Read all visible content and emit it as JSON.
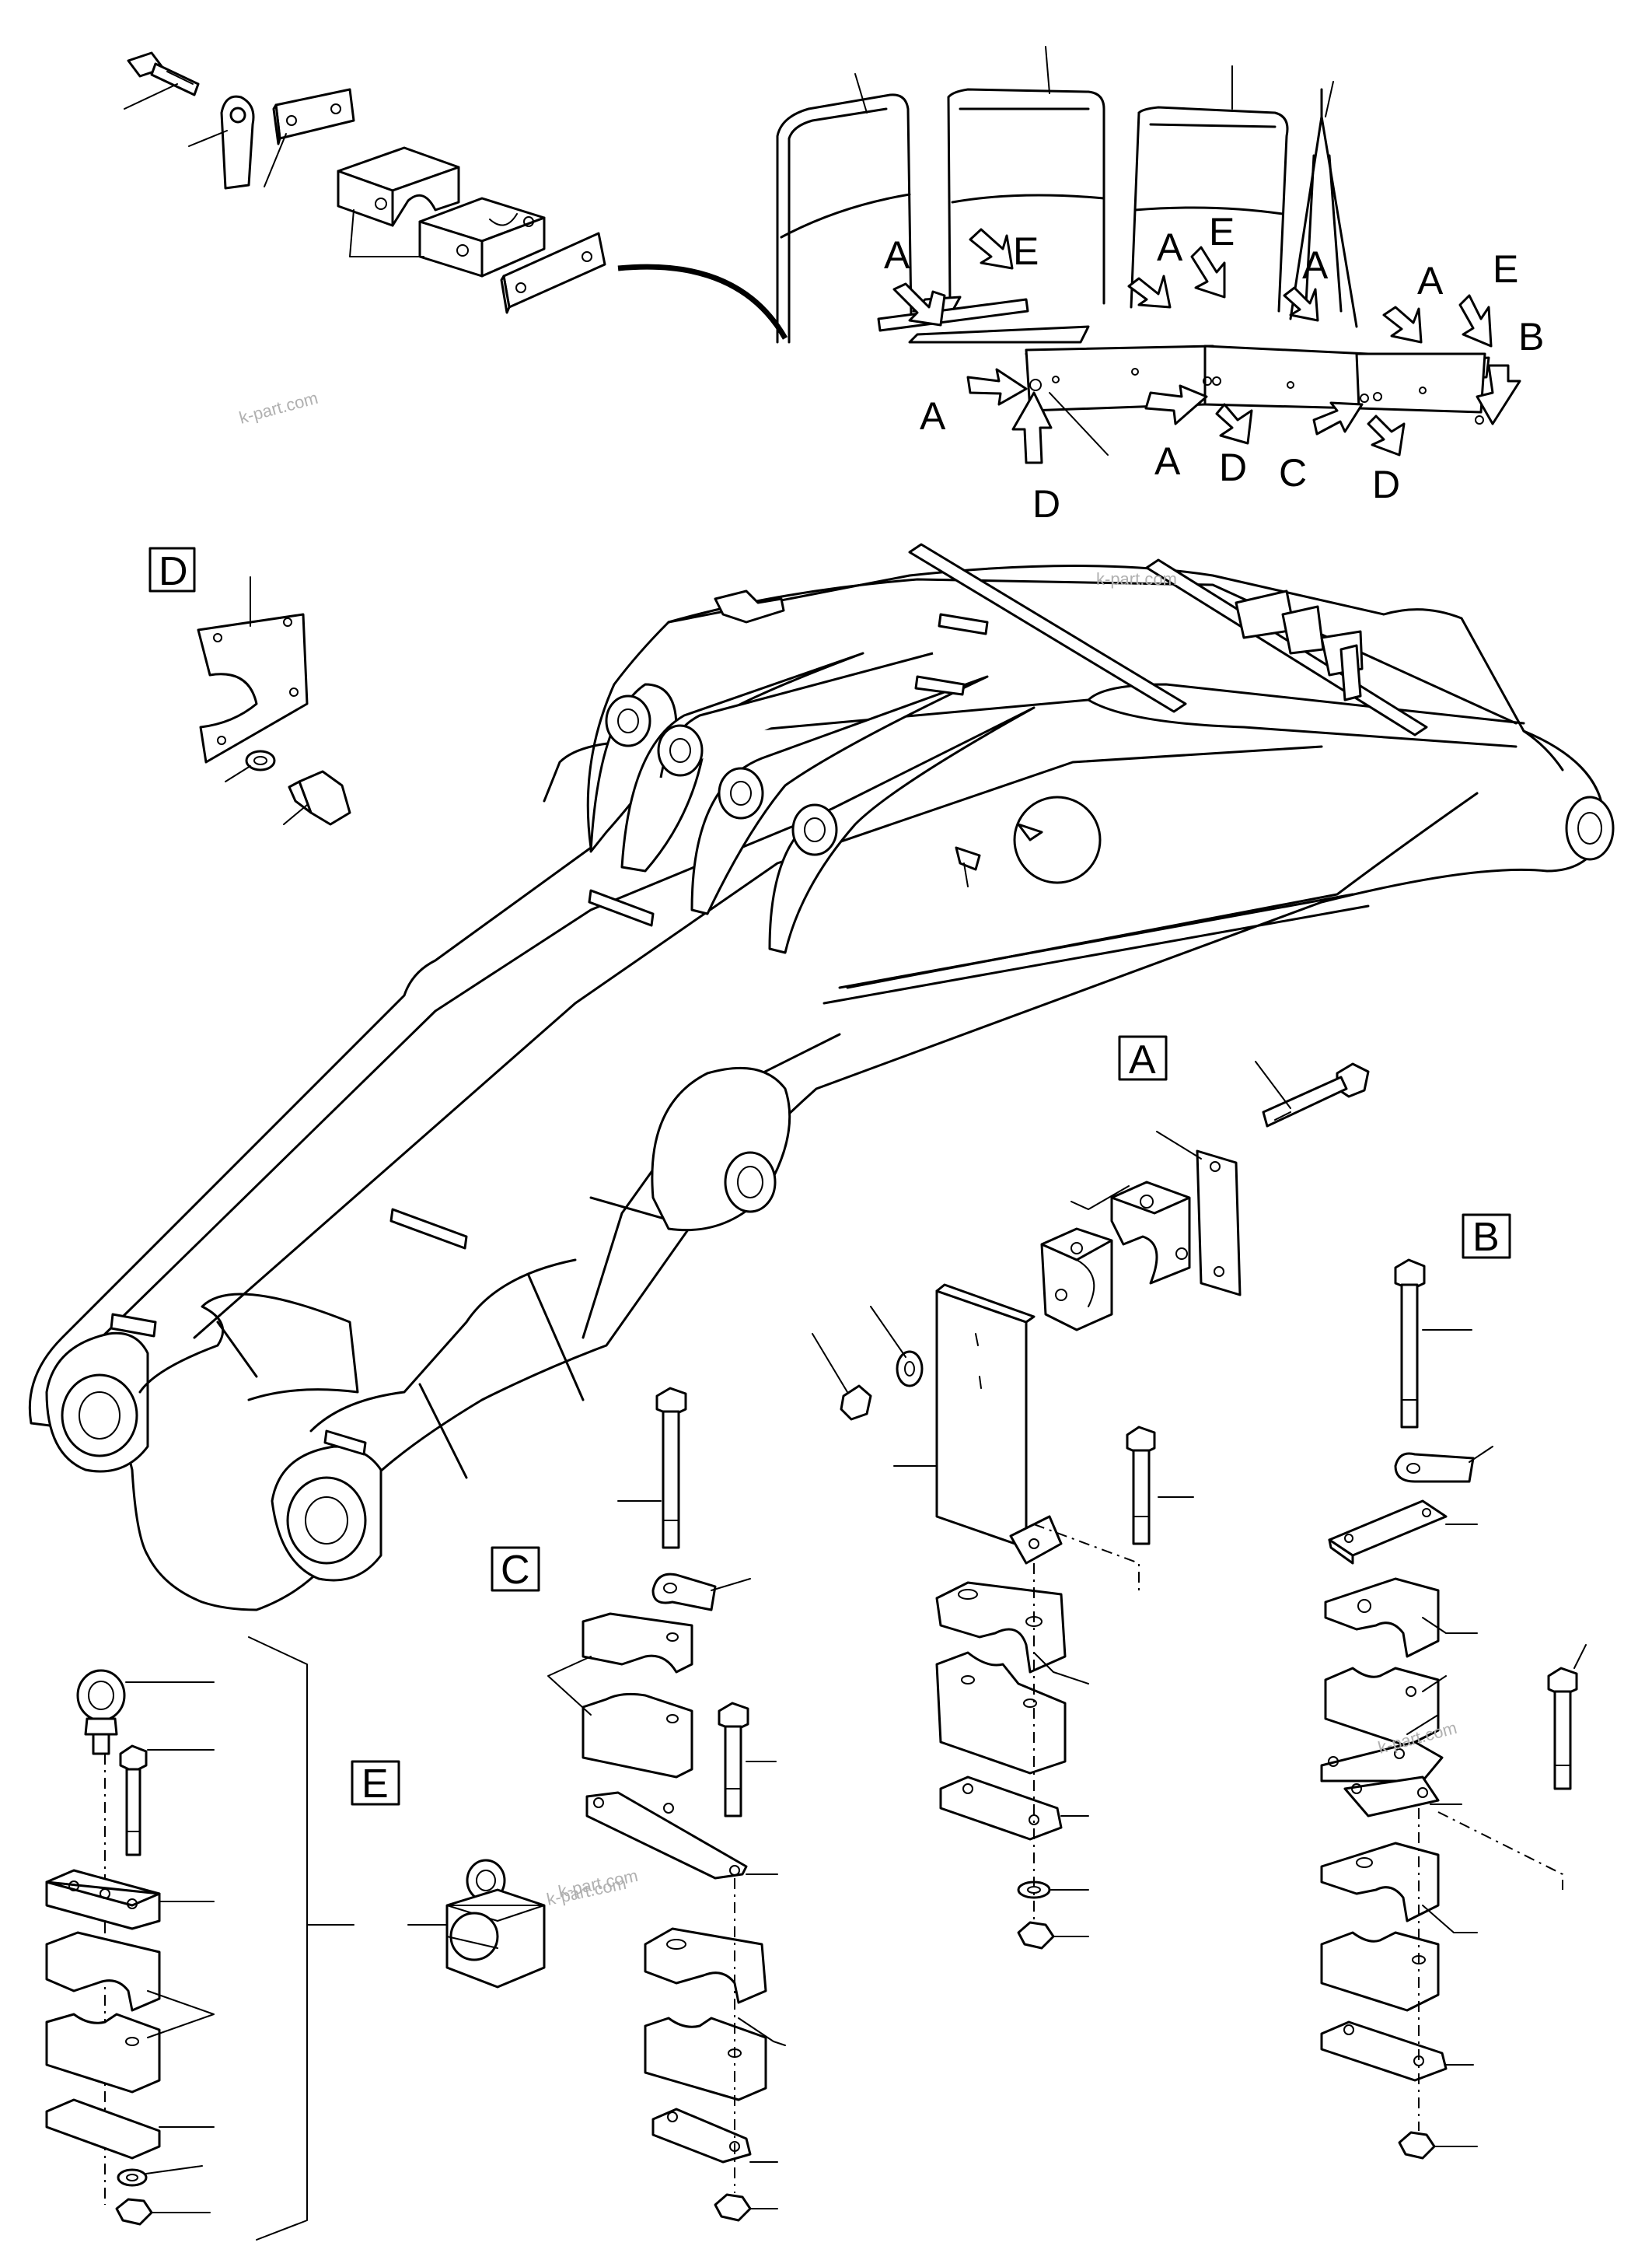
{
  "watermark": "k-part.com",
  "overview_callouts": {
    "a1": "A",
    "a2": "A",
    "a3": "A",
    "a4": "A",
    "a5": "A",
    "a6": "A",
    "e1": "E",
    "e2": "E",
    "e3": "E",
    "b1": "B",
    "c1": "C",
    "d1": "D",
    "d2": "D",
    "d3": "D"
  },
  "detail_views": {
    "d": "D",
    "a": "A",
    "b": "B",
    "c": "C",
    "e": "E"
  }
}
